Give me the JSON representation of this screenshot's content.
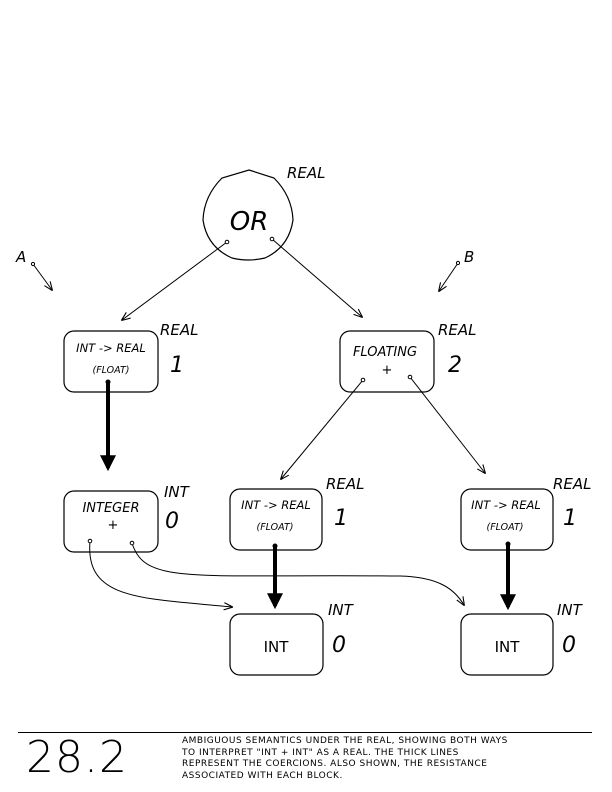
{
  "nodes": {
    "or": {
      "label": "OR",
      "type": "REAL"
    },
    "left_int_real": {
      "line1": "INT -> REAL",
      "line2": "(FLOAT)",
      "type": "REAL",
      "cost": "1"
    },
    "floating_plus": {
      "line1": "FLOATING",
      "line2": "+",
      "type": "REAL",
      "cost": "2"
    },
    "integer_plus": {
      "line1": "INTEGER",
      "line2": "+",
      "type": "INT",
      "cost": "0"
    },
    "mid_int_real": {
      "line1": "INT -> REAL",
      "line2": "(FLOAT)",
      "type": "REAL",
      "cost": "1"
    },
    "right_int_real": {
      "line1": "INT -> REAL",
      "line2": "(FLOAT)",
      "type": "REAL",
      "cost": "1"
    },
    "int_a": {
      "label": "INT",
      "type": "INT",
      "cost": "0"
    },
    "int_b": {
      "label": "INT",
      "type": "INT",
      "cost": "0"
    }
  },
  "markers": {
    "a": "A",
    "b": "B"
  },
  "figure_number": "28.2",
  "caption": [
    "AMBIGUOUS SEMANTICS UNDER THE REAL, SHOWING BOTH WAYS",
    "TO INTERPRET \"INT + INT\" AS A REAL.  THE THICK LINES",
    "REPRESENT THE COERCIONS.  ALSO SHOWN, THE RESISTANCE",
    "ASSOCIATED WITH EACH BLOCK."
  ]
}
